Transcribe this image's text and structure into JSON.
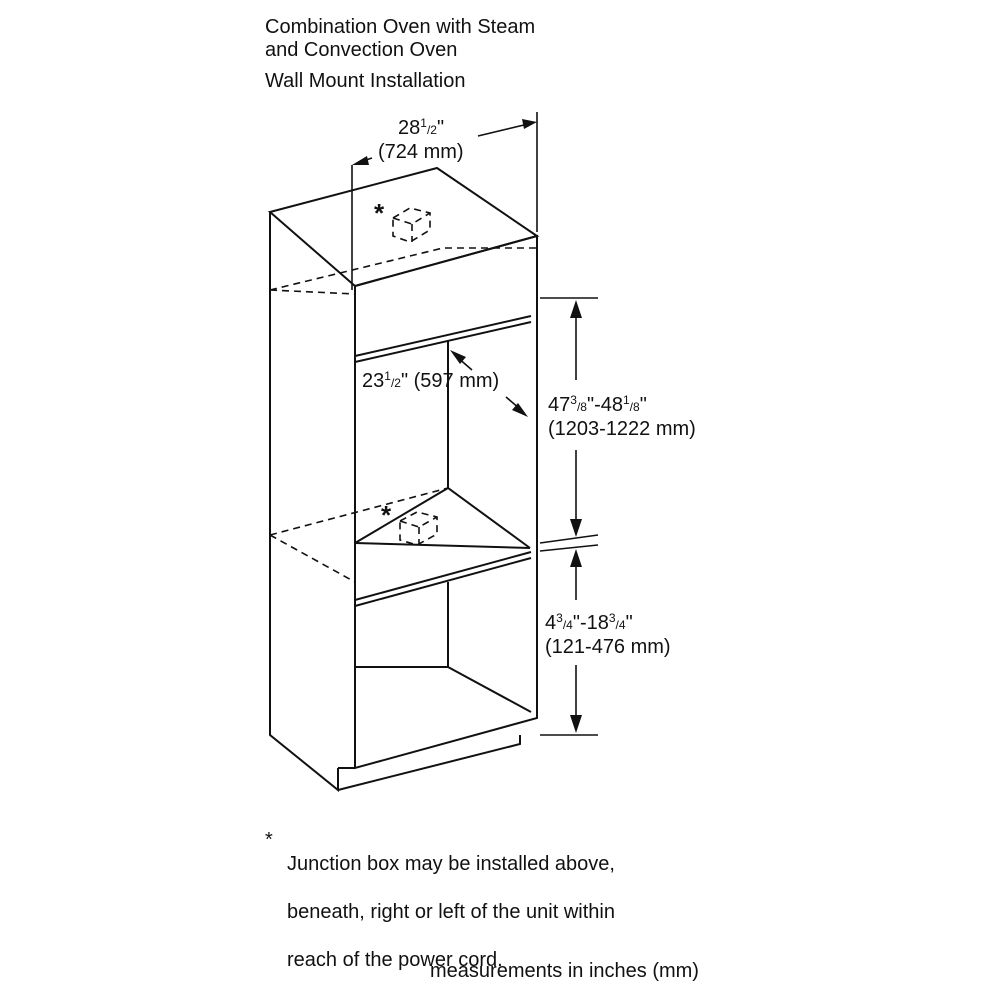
{
  "title_lines": [
    "Combination Oven with Steam",
    "and Convection Oven"
  ],
  "subtitle": "Wall Mount Installation",
  "dimensions": {
    "width": {
      "main": "28",
      "num": "1",
      "den": "2",
      "inch": "\"",
      "mm": "(724 mm)"
    },
    "depth": {
      "main": "23",
      "num": "1",
      "den": "2",
      "inch": "\"",
      "mm": "(597 mm)"
    },
    "cutout_height": {
      "a_main": "47",
      "a_num": "3",
      "a_den": "8",
      "b_main": "48",
      "b_num": "1",
      "b_den": "8",
      "mm": "(1203-1222 mm)"
    },
    "floor_height": {
      "a_main": "4",
      "a_num": "3",
      "a_den": "4",
      "b_main": "18",
      "b_num": "3",
      "b_den": "4",
      "mm": "(121-476 mm)"
    }
  },
  "junction_marker": "*",
  "note": {
    "marker": "*",
    "lines": [
      "Junction box may be installed above,",
      "beneath, right or left of the unit within",
      "reach of the power cord."
    ]
  },
  "footer": "measurements in inches (mm)"
}
